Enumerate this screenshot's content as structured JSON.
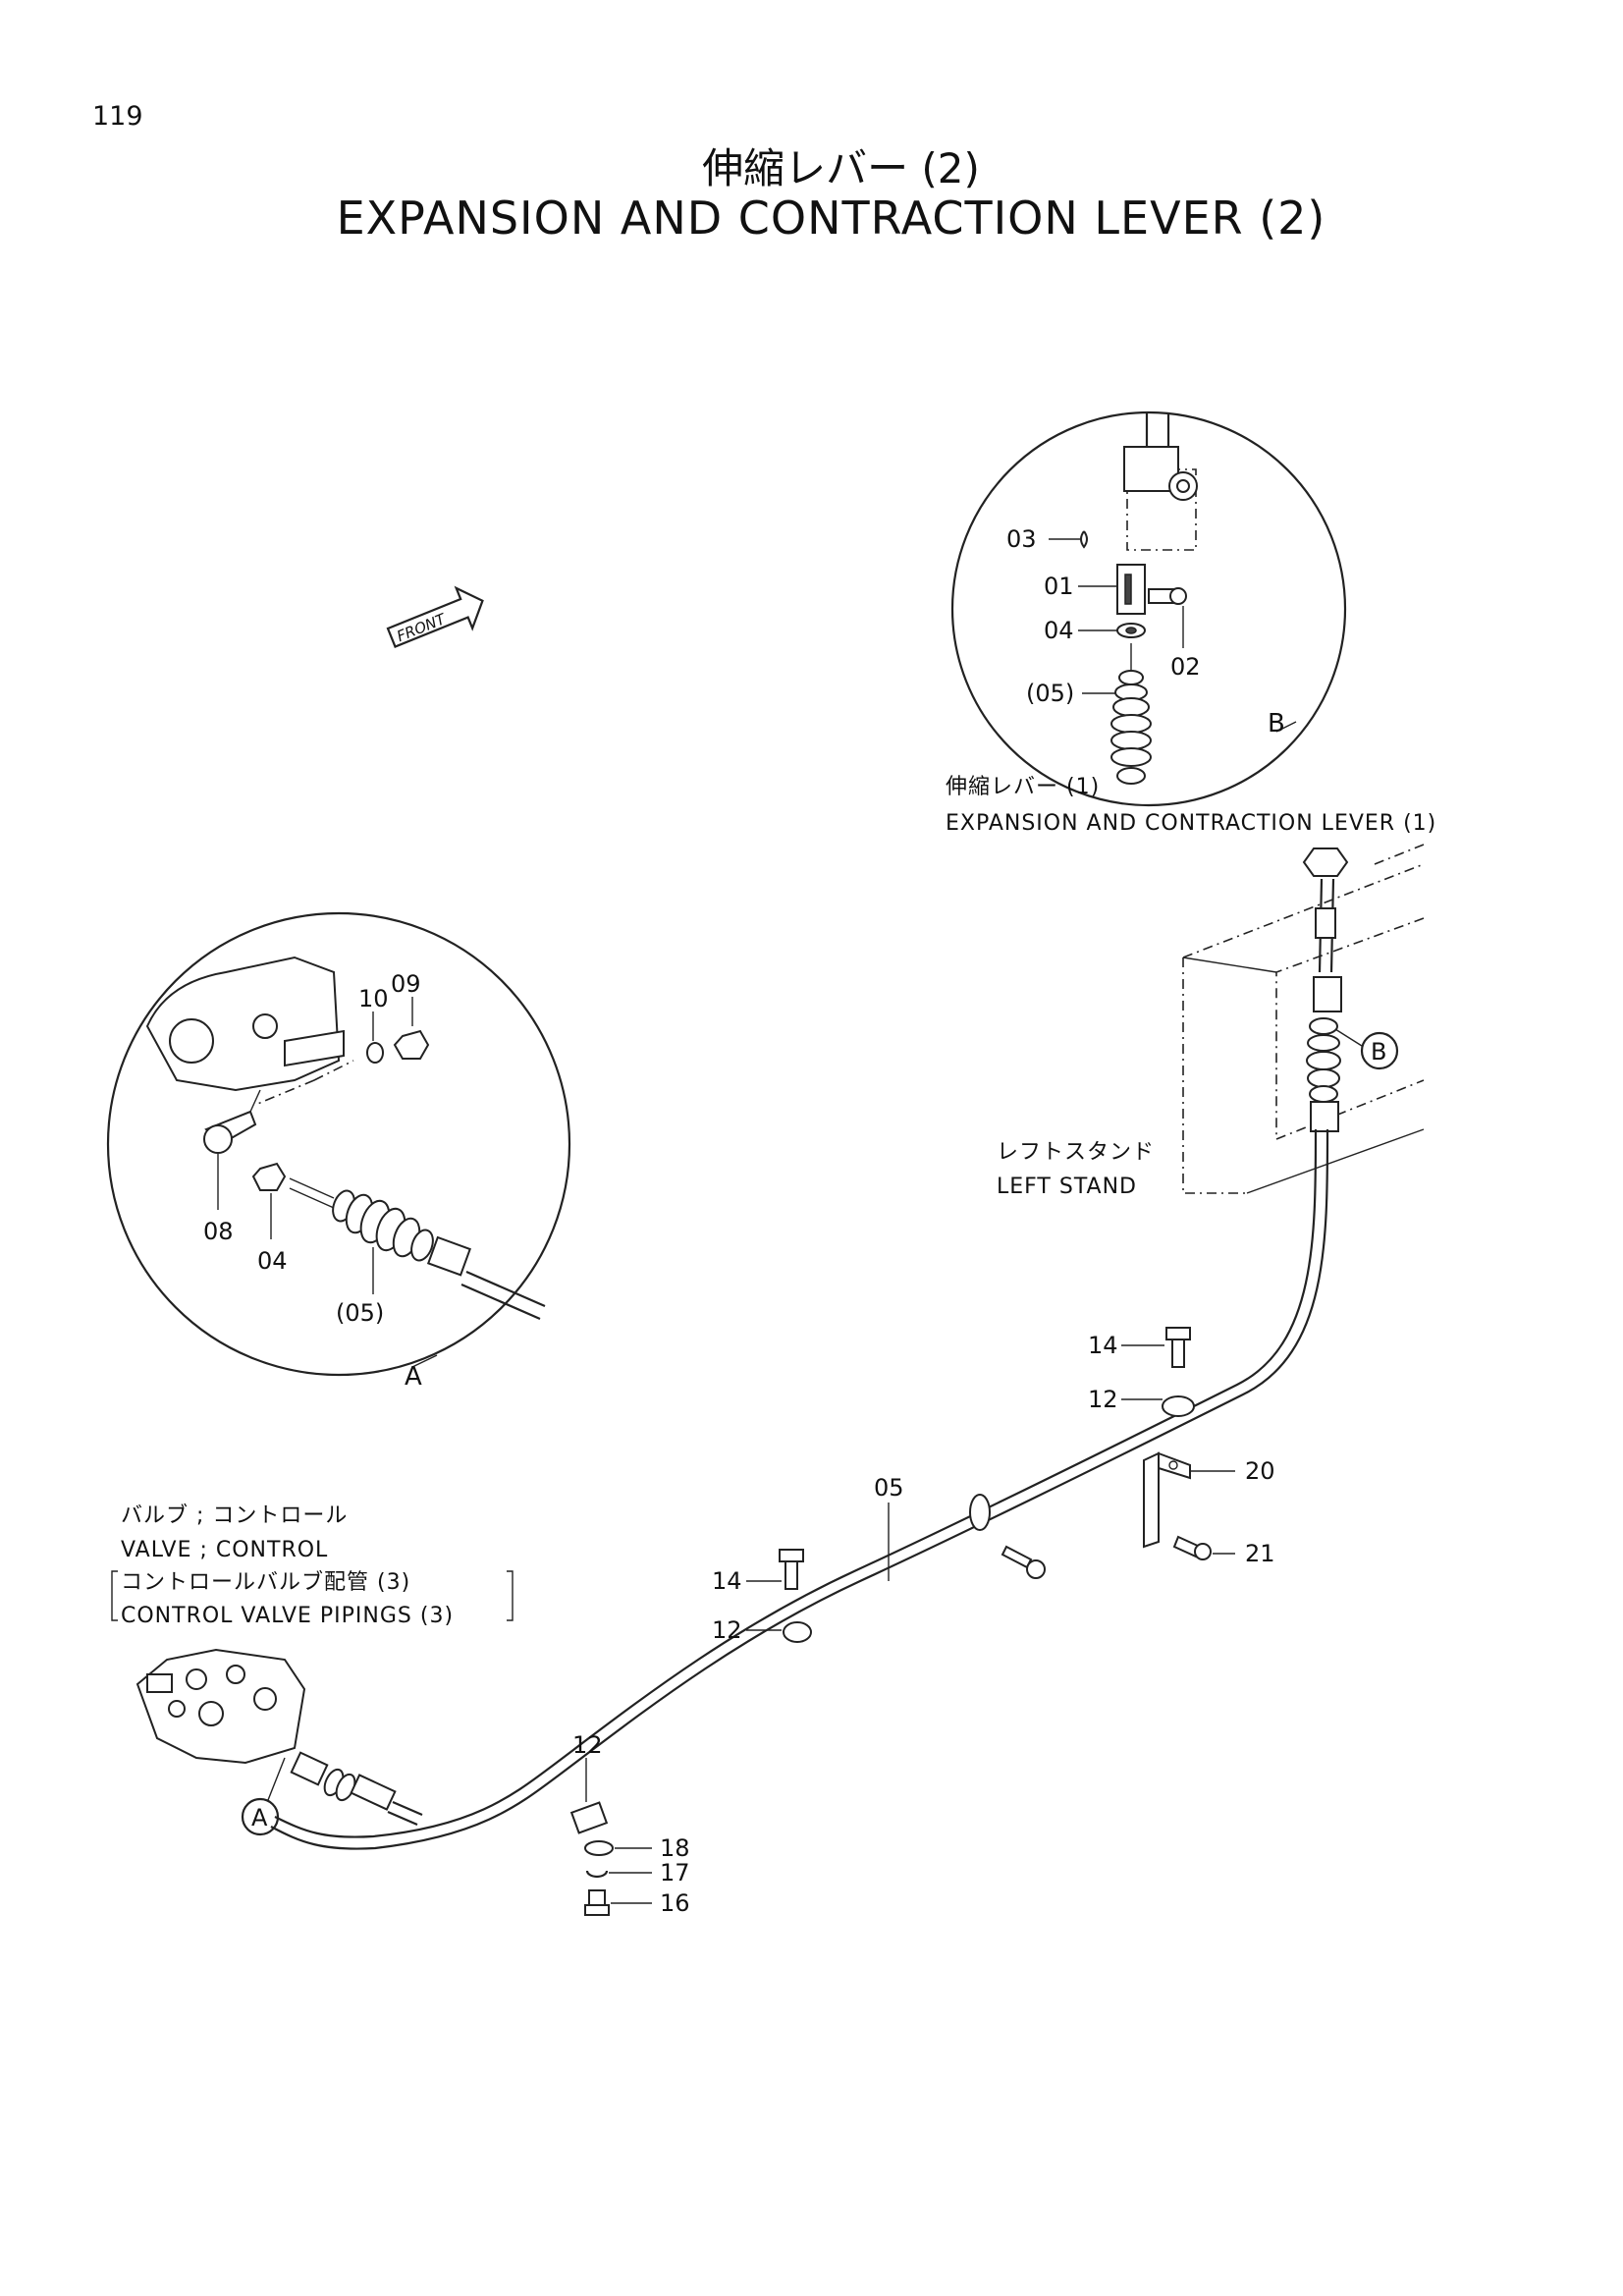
{
  "page_number": "119",
  "title": {
    "jp": "伸縮レバー (2)",
    "en": "EXPANSION AND CONTRACTION LEVER (2)"
  },
  "front_marker": "FRONT",
  "detail_b": {
    "callout": "B",
    "labels": {
      "p03": "03",
      "p01": "01",
      "p04": "04",
      "p02": "02",
      "p05": "(05)"
    }
  },
  "related_lever": {
    "jp": "伸縮レバー (1)",
    "en": "EXPANSION AND CONTRACTION LEVER (1)"
  },
  "left_stand": {
    "jp": "レフトスタンド",
    "en": "LEFT STAND",
    "marker": "B"
  },
  "detail_a": {
    "callout": "A",
    "labels": {
      "p10": "10",
      "p09": "09",
      "p08": "08",
      "p04": "04",
      "p05": "(05)"
    }
  },
  "valve": {
    "jp": "バルブ ; コントロール",
    "en": "VALVE ; CONTROL",
    "ref_jp": "コントロールバルブ配管 (3)",
    "ref_en": "CONTROL VALVE PIPINGS (3)",
    "marker": "A"
  },
  "cable_labels": {
    "p14_upper": "14",
    "p12_upper": "12",
    "p20": "20",
    "p21": "21",
    "p05": "05",
    "p14_lower": "14",
    "p12_lower": "12",
    "p12_bottom": "12",
    "p18": "18",
    "p17": "17",
    "p16": "16"
  }
}
